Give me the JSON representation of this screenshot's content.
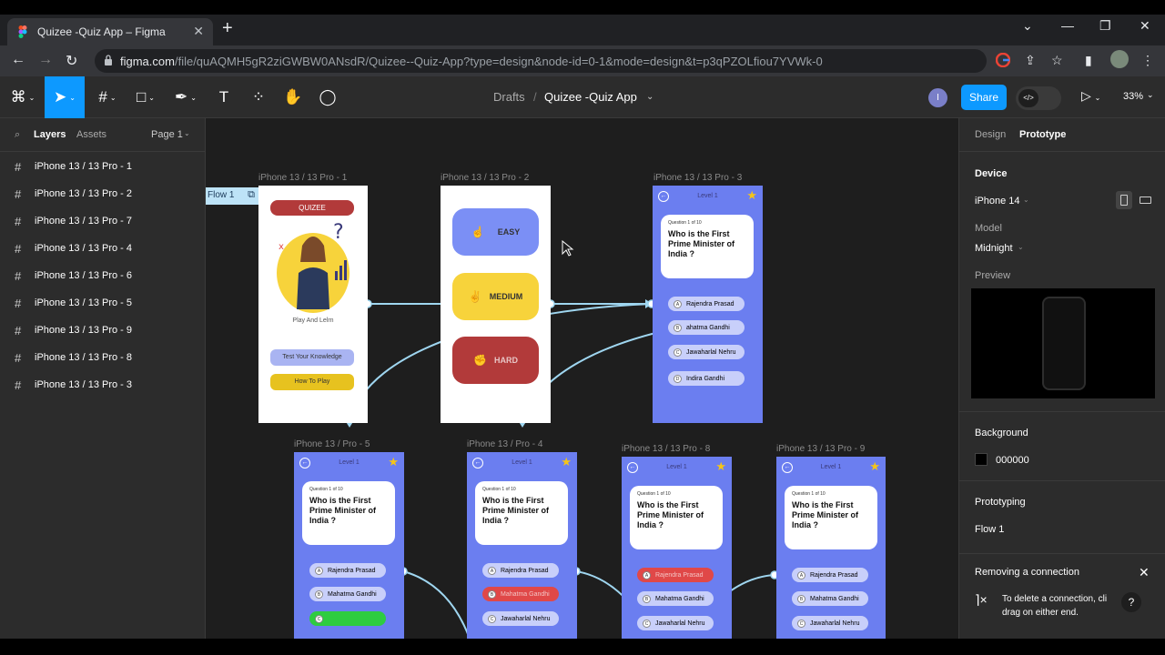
{
  "browser": {
    "tab_title": "Quizee -Quiz App – Figma",
    "tab_close": "✕",
    "new_tab": "+",
    "url_host": "figma.com",
    "url_path": "/file/quAQMH5gR2ziGWBW0ANsdR/Quizee--Quiz-App?type=design&node-id=0-1&mode=design&t=p3qPZOLfiou7YVWk-0"
  },
  "figma": {
    "breadcrumb_drafts": "Drafts",
    "breadcrumb_sep": "/",
    "file_name": "Quizee -Quiz App",
    "avatar_initial": "I",
    "share_label": "Share",
    "zoom": "33%"
  },
  "layers_panel": {
    "tab_layers": "Layers",
    "tab_assets": "Assets",
    "page": "Page 1",
    "layers": [
      "iPhone 13 / 13 Pro - 1",
      "iPhone 13 / 13 Pro - 2",
      "iPhone 13 / 13 Pro - 7",
      "iPhone 13 / 13 Pro - 4",
      "iPhone 13 / 13 Pro - 6",
      "iPhone 13 / 13 Pro - 5",
      "iPhone 13 / 13 Pro - 9",
      "iPhone 13 / 13 Pro - 8",
      "iPhone 13 / 13 Pro - 3"
    ]
  },
  "right_panel": {
    "tab_design": "Design",
    "tab_prototype": "Prototype",
    "device_heading": "Device",
    "device_value": "iPhone 14",
    "model_heading": "Model",
    "model_value": "Midnight",
    "preview_heading": "Preview",
    "background_heading": "Background",
    "background_value": "000000",
    "prototyping_heading": "Prototyping",
    "flow_name": "Flow 1",
    "toast_title": "Removing a connection",
    "toast_body_1": "To delete a connection, cli",
    "toast_body_2": "drag on either end."
  },
  "canvas": {
    "flow_label": "Flow 1",
    "frame_labels": {
      "f1": "iPhone 13 / 13 Pro - 1",
      "f2": "iPhone 13 / 13 Pro - 2",
      "f3": "iPhone 13 / 13 Pro - 3",
      "f5": "iPhone 13 / ",
      "f5b": " Pro - 5",
      "f4": "iPhone 13 / ",
      "f4b": " Pro - 4",
      "f8": "iPhone 13 / 13 Pro - 8",
      "f9": "iPhone 13 / 13 Pro - 9"
    },
    "home": {
      "title": "QUIZEE",
      "tagline": "Play And Lelrn",
      "btn_test": "Test Your Knowledge",
      "btn_how": "How To Play"
    },
    "difficulty": {
      "easy": "EASY",
      "medium": "MEDIUM",
      "hard": "HARD"
    },
    "quiz": {
      "level": "Level 1",
      "qnum": "Question 1 of 10",
      "question_l1": "Who is the First",
      "question_l2": "Prime Minister of",
      "question_l3": "India ?",
      "opt_a": "Rajendra Prasad",
      "opt_b": "Mahatma Gandhi",
      "opt_b_partial": "ahatma Gandhi",
      "opt_c": "Jawaharlal Nehru",
      "opt_d": "Indira Gandhi",
      "letter_a": "A",
      "letter_b": "B",
      "letter_c": "C",
      "letter_d": "D"
    }
  },
  "colors": {
    "accent": "#0d99ff",
    "frame_blue": "#6b7ef0",
    "connector": "#9fd6f0",
    "correct": "#2ecc40",
    "wrong": "#e04848",
    "medium": "#f7d33b",
    "hard": "#b23a3a",
    "easy": "#7b8ff5"
  }
}
